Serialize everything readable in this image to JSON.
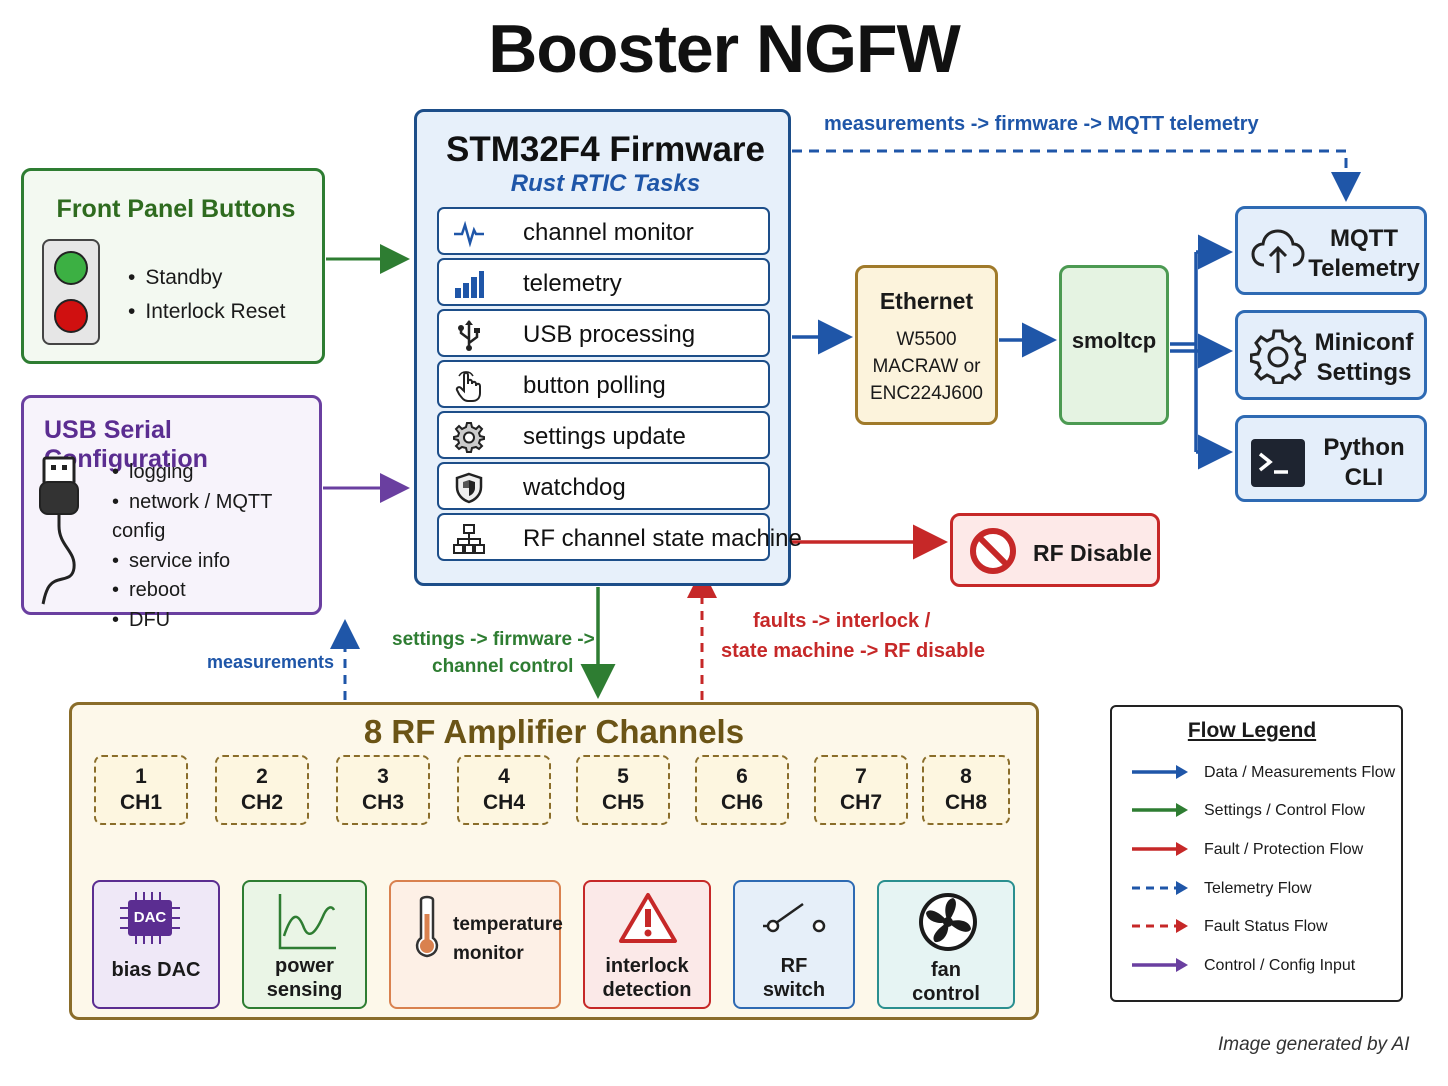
{
  "title": "Booster NGFW",
  "front_panel": {
    "title": "Front Panel Buttons",
    "items": [
      "Standby",
      "Interlock Reset"
    ]
  },
  "usb_serial": {
    "title": "USB Serial Configuration",
    "items": [
      "logging",
      "network / MQTT config",
      "service info",
      "reboot",
      "DFU"
    ]
  },
  "firmware": {
    "title": "STM32F4 Firmware",
    "subtitle": "Rust RTIC Tasks",
    "tasks": [
      {
        "label": "channel monitor",
        "icon": "pulse-icon"
      },
      {
        "label": "telemetry",
        "icon": "bar-chart-icon"
      },
      {
        "label": "USB processing",
        "icon": "usb-icon"
      },
      {
        "label": "button polling",
        "icon": "hand-pointer-icon"
      },
      {
        "label": "settings update",
        "icon": "gear-icon"
      },
      {
        "label": "watchdog",
        "icon": "shield-icon"
      },
      {
        "label": "RF channel state machine",
        "icon": "hierarchy-icon"
      }
    ]
  },
  "ethernet": {
    "title": "Ethernet",
    "lines": [
      "W5500",
      "MACRAW or",
      "ENC224J600"
    ]
  },
  "smoltcp": {
    "label": "smoltcp"
  },
  "outputs": {
    "mqtt": [
      "MQTT",
      "Telemetry"
    ],
    "miniconf": [
      "Miniconf",
      "Settings"
    ],
    "python": [
      "Python",
      "CLI"
    ]
  },
  "rf_disable": {
    "label": "RF Disable"
  },
  "flow_labels": {
    "telemetry": "measurements -> firmware -> MQTT telemetry",
    "measurements": "measurements",
    "settings_1": "settings -> firmware ->",
    "settings_2": "channel control",
    "faults_1": "faults -> interlock /",
    "faults_2": "state machine -> RF disable"
  },
  "rf_channels": {
    "title": "8 RF Amplifier Channels",
    "channels": [
      {
        "num": "1",
        "name": "CH1"
      },
      {
        "num": "2",
        "name": "CH2"
      },
      {
        "num": "3",
        "name": "CH3"
      },
      {
        "num": "4",
        "name": "CH4"
      },
      {
        "num": "5",
        "name": "CH5"
      },
      {
        "num": "6",
        "name": "CH6"
      },
      {
        "num": "7",
        "name": "CH7"
      },
      {
        "num": "8",
        "name": "CH8"
      }
    ],
    "subsystems": {
      "dac_chip": "DAC",
      "bias_dac": "bias DAC",
      "power_1": "power",
      "power_2": "sensing",
      "temp_1": "temperature",
      "temp_2": "monitor",
      "interlock_1": "interlock",
      "interlock_2": "detection",
      "rf_1": "RF",
      "rf_2": "switch",
      "fan_1": "fan",
      "fan_2": "control"
    }
  },
  "legend": {
    "title": "Flow Legend",
    "items": [
      {
        "label": "Data / Measurements Flow",
        "color": "#1f56a8",
        "style": "solid"
      },
      {
        "label": "Settings / Control Flow",
        "color": "#2e7d32",
        "style": "solid"
      },
      {
        "label": "Fault / Protection Flow",
        "color": "#c62828",
        "style": "solid"
      },
      {
        "label": "Telemetry Flow",
        "color": "#1f56a8",
        "style": "dashed"
      },
      {
        "label": "Fault Status Flow",
        "color": "#c62828",
        "style": "dashed"
      },
      {
        "label": "Control / Config Input",
        "color": "#6a3fa0",
        "style": "solid"
      }
    ]
  },
  "footer": "Image generated by AI"
}
